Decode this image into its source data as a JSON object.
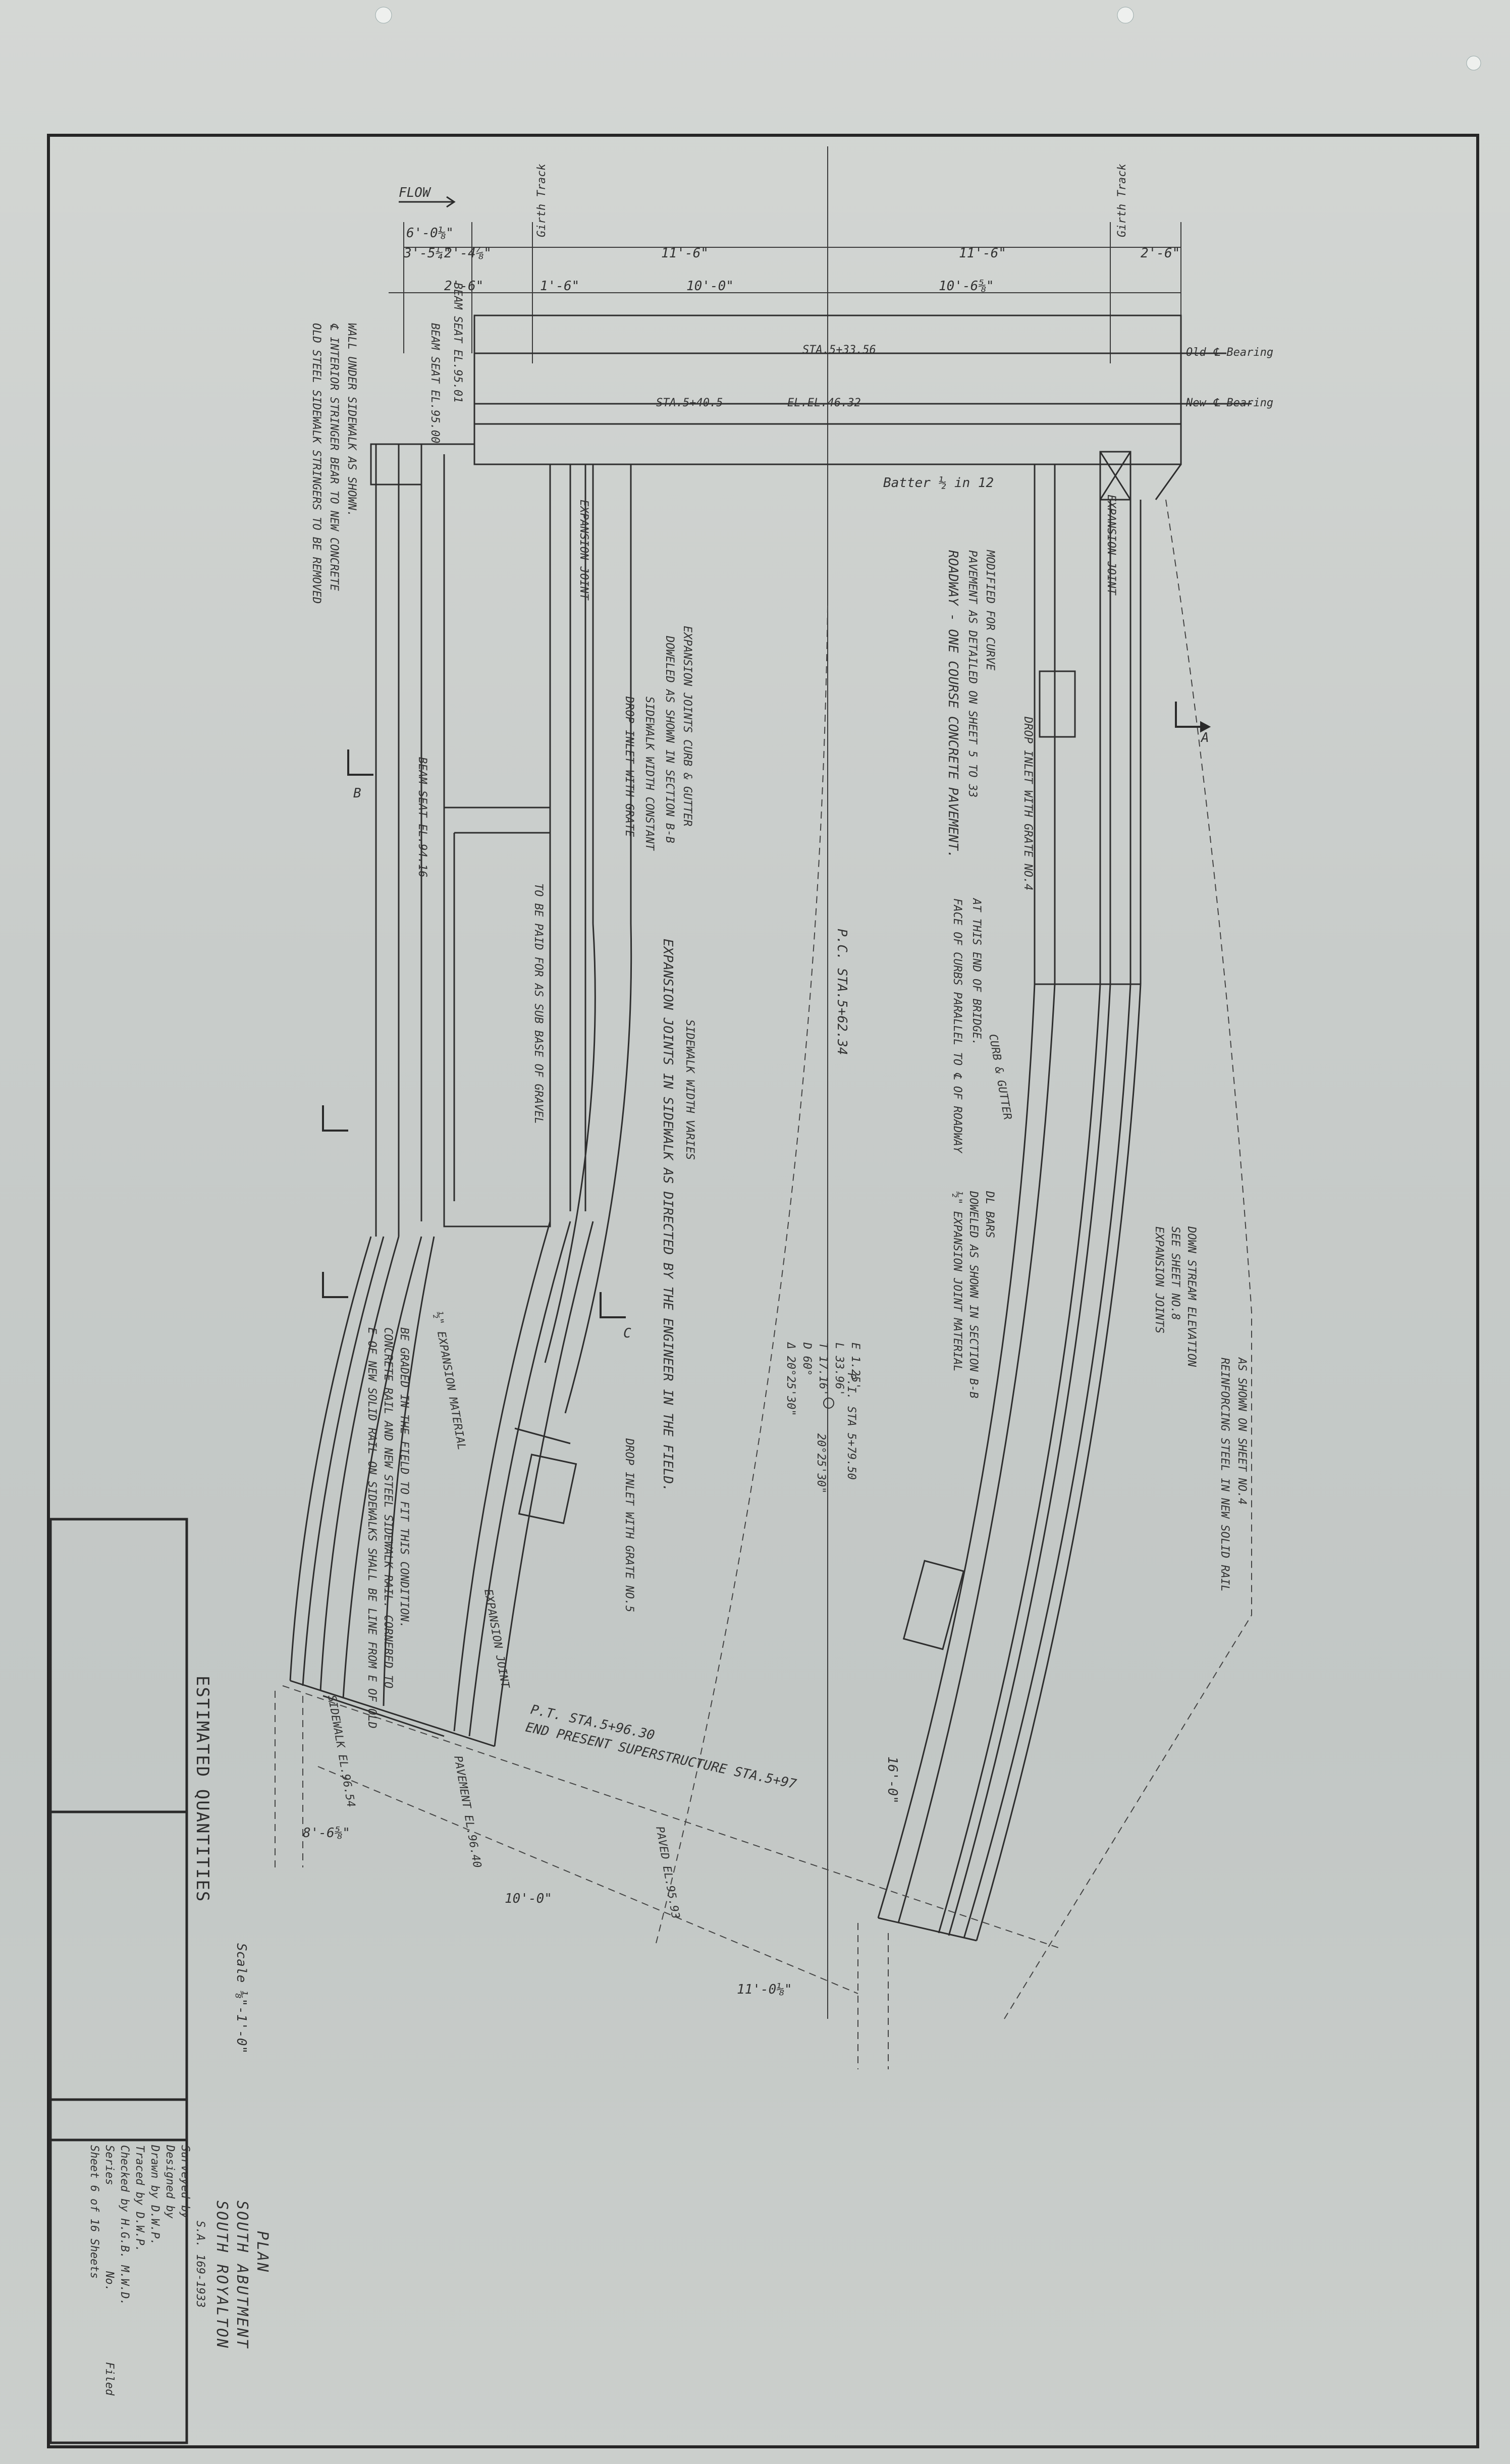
{
  "flow_label": "FLOW",
  "dims_top": {
    "d1": "6'-0⅛\"",
    "d2": "3'-5¼\"",
    "d3": "2'-4⅞\"",
    "d4": "2'-6\"",
    "d5": "1'-6\"",
    "d6": "11'-6\"",
    "d7": "10'-0\"",
    "d8": "11'-6\"",
    "d9": "10'-6⅝\"",
    "d10": "2'-6\"",
    "track_left": "Girth Track",
    "track_right": "Girth Track"
  },
  "bearings": {
    "old": "Old ℄ Bearing",
    "new": "New ℄ Bearing",
    "sta1": "STA.5+33.56",
    "sta2": "STA.5+40.5",
    "elev": "EL.EL.46.32"
  },
  "batter": "Batter ½ in 12",
  "roadway_note": [
    "ROADWAY - ONE COURSE CONCRETE PAVEMENT.",
    "PAVEMENT AS DETAILED ON SHEET 5 TO 33",
    "MODIFIED FOR CURVE"
  ],
  "face_curb_note": [
    "FACE OF CURBS PARALLEL TO ℄ OF ROADWAY",
    "AT THIS END OF BRIDGE."
  ],
  "left_notes": {
    "l1": "OLD STEEL SIDEWALK STRINGERS TO BE REMOVED",
    "l2": "℄ INTERIOR STRINGER BEAR TO NEW CONCRETE",
    "l3": "WALL UNDER SIDEWALK AS SHOWN."
  },
  "labels": {
    "beam_seat_1": "BEAM SEAT EL.95.01",
    "beam_seat_2": "BEAM SEAT EL.95.00",
    "seat_beam": "BEAM SEAT EL.94.16",
    "expansion_joint_1": "EXPANSION JOINT",
    "expansion_joint_2": "EXPANSION JOINT",
    "expansion_joint_3": "EXPANSION JOINT",
    "exp_joints_curb": "EXPANSION JOINTS CURB & GUTTER",
    "exp_joints_curb2": "DOWELED AS SHOWN IN SECTION B-B",
    "sidewalk_width": "SIDEWALK WIDTH CONSTANT",
    "drop_inlet": "DROP INLET WITH GRATE",
    "drop_inlet2": "DROP INLET WITH GRATE NO.4",
    "drop_inlet3": "DROP INLET WITH GRATE NO.5",
    "pc": "P.C. STA.5+62.34",
    "pt": "P.T. STA.5+96.30",
    "end_struct": "END PRESENT SUPERSTRUCTURE STA.5+97",
    "exp_sidewalk": "EXPANSION JOINTS IN SIDEWALK AS DIRECTED BY THE ENGINEER IN THE FIELD.",
    "curve": [
      "Δ 20°25'30\"",
      "D 60°",
      "T 17.16'",
      "L 33.96'",
      "E 1.25'"
    ],
    "pi": "P.I. STA 5+79.50",
    "ang": "20°25'30\"",
    "gravel": "TO BE PAID FOR AS SUB BASE OF GRAVEL",
    "slope": "SIDEWALK WIDTH VARIES",
    "reinf": [
      "REINFORCING STEEL IN NEW SOLID RAIL",
      "AS SHOWN ON SHEET NO.4"
    ],
    "expansion_see": [
      "EXPANSION JOINTS",
      "SEE SHEET NO.8",
      "DOWN STREAM ELEVATION"
    ],
    "doweled": [
      "½\" EXPANSION JOINT MATERIAL",
      "DOWELED AS SHOWN IN SECTION B-B",
      "DL BARS"
    ],
    "curb_gutter": "CURB & GUTTER",
    "new_rail": [
      "E OF NEW SOLID RAIL ON SIDEWALKS SHALL BE LINE FROM E OF OLD",
      "CONCRETE RAIL AND NEW STEEL SIDEWALK RAIL. CORNERED TO",
      "BE GRADED IN THE FIELD TO FIT THIS CONDITION."
    ],
    "sidewalk_el": "SIDEWALK EL.96.54",
    "pavement_el": "PAVEMENT EL.96.40",
    "paved": "PAVED EL.95.93",
    "d_8_6": "8'-6⅝\"",
    "d_10": "10'-0\"",
    "d_11": "11'-0⅛\"",
    "d_16": "16'-0\"",
    "half_exp": "½\" EXPANSION MATERIAL",
    "section_a": "A",
    "section_b": "B",
    "section_c": "C",
    "scale": "Scale ⅛\"-1'-0\""
  },
  "title_block": {
    "estimated_quantities": "ESTIMATED QUANTITIES",
    "plan": "PLAN",
    "abutment": "SOUTH ABUTMENT",
    "town": "SOUTH ROYALTON",
    "project": "S.A. 169-1933",
    "surveyed_by": "Surveyed by",
    "designed_by": "Designed by",
    "drawn_by": "Drawn by  D.W.P.",
    "traced_by": "Traced by  D.W.P.",
    "checked_by": "Checked by  H.G.B.  M.W.D.",
    "series": "Series",
    "no": "No.",
    "filed": "Filed",
    "sheet": "Sheet  6  of  16  Sheets"
  }
}
